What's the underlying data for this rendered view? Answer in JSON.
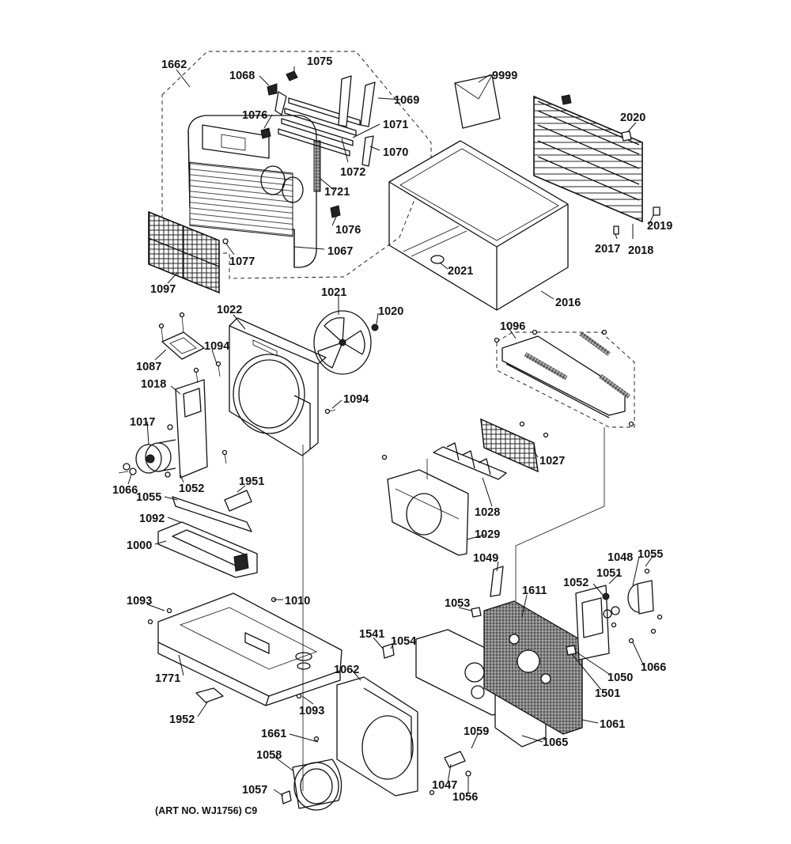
{
  "diagram": {
    "callouts": {
      "c1662": "1662",
      "c1075": "1075",
      "c1068": "1068",
      "c1069": "1069",
      "c1076a": "1076",
      "c1071": "1071",
      "c1072": "1072",
      "c1070": "1070",
      "c1721": "1721",
      "c1076b": "1076",
      "c1067": "1067",
      "c1077": "1077",
      "c1097": "1097",
      "c9999": "9999",
      "c2020": "2020",
      "c2019": "2019",
      "c2017": "2017",
      "c2018": "2018",
      "c2021": "2021",
      "c2016": "2016",
      "c1022": "1022",
      "c1021": "1021",
      "c1020": "1020",
      "c1094a": "1094",
      "c1087": "1087",
      "c1018": "1018",
      "c1094b": "1094",
      "c1017": "1017",
      "c1066a": "1066",
      "c1052a": "1052",
      "c1096": "1096",
      "c1027": "1027",
      "c1028": "1028",
      "c1029": "1029",
      "c1951": "1951",
      "c1055a": "1055",
      "c1092": "1092",
      "c1000": "1000",
      "c1049": "1049",
      "c1048": "1048",
      "c1055b": "1055",
      "c1051": "1051",
      "c1052b": "1052",
      "c1093a": "1093",
      "c1010": "1010",
      "c1053": "1053",
      "c1611": "1611",
      "c1541": "1541",
      "c1054": "1054",
      "c1066b": "1066",
      "c1050": "1050",
      "c1771": "1771",
      "c1062": "1062",
      "c1501": "1501",
      "c1093b": "1093",
      "c1952": "1952",
      "c1661": "1661",
      "c1059": "1059",
      "c1061": "1061",
      "c1065": "1065",
      "c1058": "1058",
      "c1047": "1047",
      "c1056": "1056",
      "c1057": "1057"
    },
    "art_number": "(ART NO. WJ1756) C9"
  }
}
